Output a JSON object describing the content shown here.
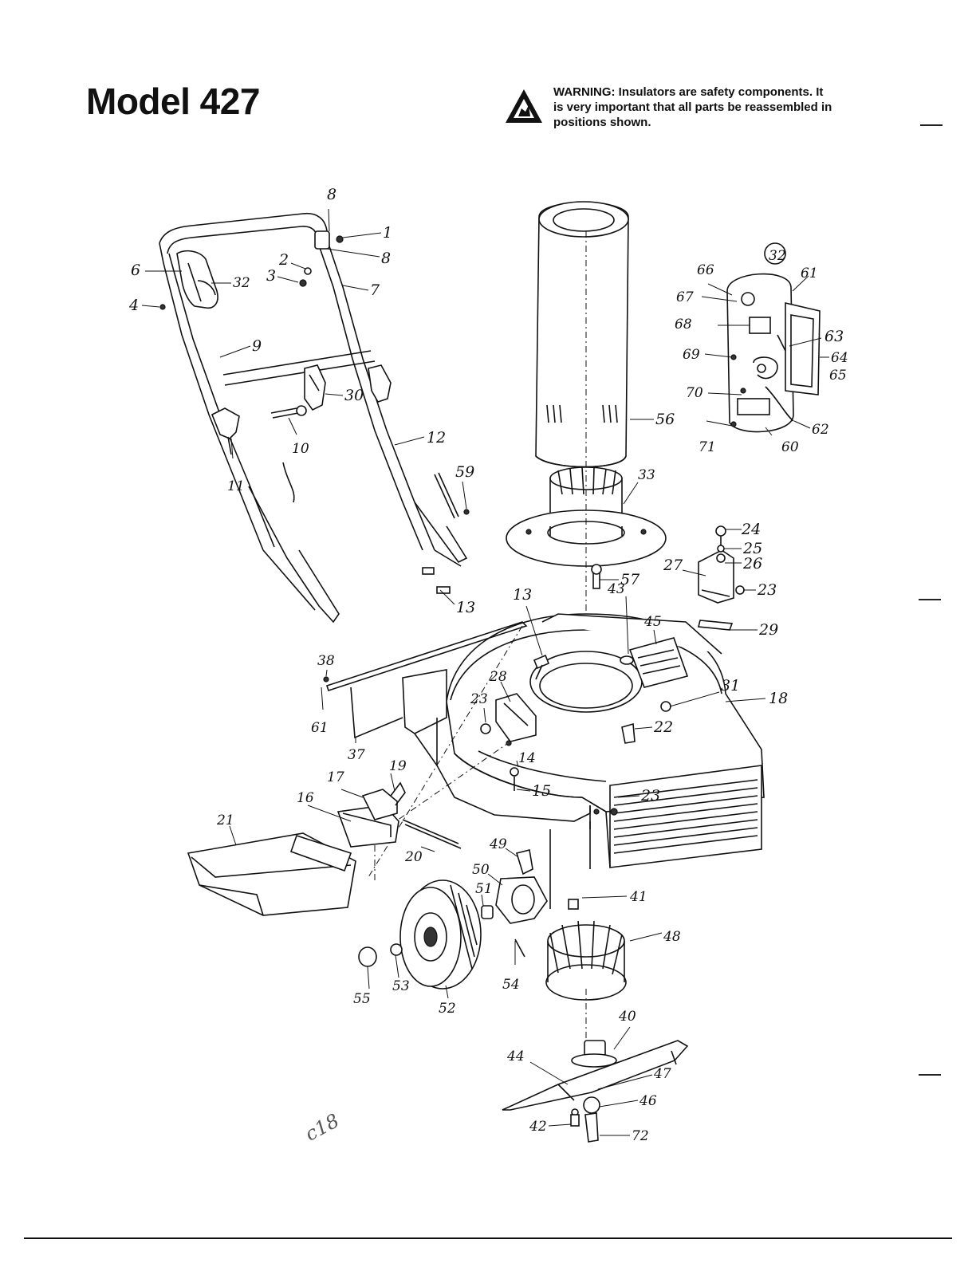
{
  "header": {
    "title": "Model 427",
    "warning_lines": [
      "WARNING: Insulators are safety components. It",
      "is very important that all parts be reassembled in",
      "positions shown."
    ]
  },
  "handwritten_note": "c18",
  "callouts": {
    "c1": "1",
    "c2": "2",
    "c3": "3",
    "c4": "4",
    "c6": "6",
    "c7": "7",
    "c8a": "8",
    "c8b": "8",
    "c9": "9",
    "c10": "10",
    "c11": "11",
    "c12": "12",
    "c13a": "13",
    "c13b": "13",
    "c14": "14",
    "c15": "15",
    "c16": "16",
    "c17": "17",
    "c18": "18",
    "c19": "19",
    "c20": "20",
    "c21": "21",
    "c22": "22",
    "c23a": "23",
    "c23b": "23",
    "c23c": "23",
    "c24": "24",
    "c25": "25",
    "c26": "26",
    "c27": "27",
    "c28": "28",
    "c29": "29",
    "c30": "30",
    "c31": "31",
    "c32a": "32",
    "c32b": "32",
    "c33": "33",
    "c37": "37",
    "c38": "38",
    "c40": "40",
    "c41": "41",
    "c42": "42",
    "c43": "43",
    "c44": "44",
    "c45": "45",
    "c46": "46",
    "c47": "47",
    "c48": "48",
    "c49": "49",
    "c50": "50",
    "c51": "51",
    "c52": "52",
    "c53": "53",
    "c54": "54",
    "c55": "55",
    "c56": "56",
    "c57": "57",
    "c59": "59",
    "c60": "60",
    "c61a": "61",
    "c61b": "61",
    "c62": "62",
    "c63": "63",
    "c64": "64",
    "c65": "65",
    "c66": "66",
    "c67": "67",
    "c68": "68",
    "c69": "69",
    "c70": "70",
    "c71": "71",
    "c72": "72"
  }
}
